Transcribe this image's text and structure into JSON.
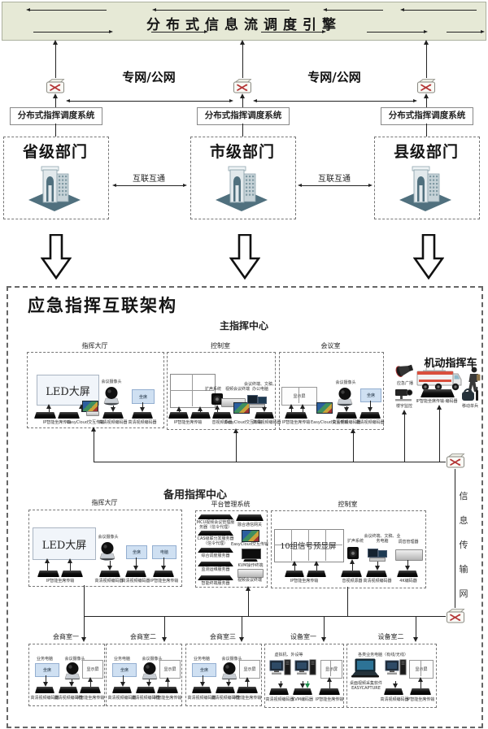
{
  "banner": {
    "title": "分布式信息流调度引擎"
  },
  "top": {
    "wan_labels": [
      "专网/公网",
      "专网/公网"
    ],
    "dispatch_system_labels": [
      "分布式指挥调度系统",
      "分布式指挥调度系统",
      "分布式指挥调度系统"
    ],
    "departments": [
      "省级部门",
      "市级部门",
      "县级部门"
    ],
    "interconnect_labels": [
      "互联互通",
      "互联互通"
    ]
  },
  "arch": {
    "title": "应急指挥互联架构",
    "main_center_title": "主指挥中心",
    "backup_center_title": "备用指挥中心",
    "transport_chars": [
      "信",
      "息",
      "传",
      "输",
      "网"
    ]
  },
  "main_hall": {
    "title": "指挥大厅",
    "led": "LED大屏",
    "camera_label": "会议摄像头",
    "seat": "坐席",
    "dev_labels": [
      "IP智能坐席传输",
      "EasyCloud交互传输",
      "高清视频编码器",
      "高清视频编码器"
    ]
  },
  "main_control": {
    "title": "控制室",
    "speaker_label": "扩声系统",
    "vc_label": "视频会议终端",
    "pc_label": "会议终端、文稿、办公电脑",
    "dev_labels": [
      "IP智能坐席传输",
      "音视频源器",
      "EasyCloud交互传输",
      "高清视频编码器"
    ]
  },
  "main_meeting": {
    "title": "会议室",
    "display": "显示屏",
    "camera_label": "会议摄像头",
    "seat": "坐席",
    "dev_labels": [
      "IP智能坐席传输",
      "EasyCloud交互传输",
      "高清视频编码器",
      "高清视频编码器"
    ]
  },
  "vehicle": {
    "title": "机动指挥车",
    "broadcast": "应急广播",
    "monitor": "楼宇监控",
    "device": "IP智能坐席传输·编码器",
    "soldier": "移动单兵"
  },
  "backup_hall": {
    "title": "指挥大厅",
    "led": "LED大屏",
    "camera_label": "会议摄像头",
    "seat": "坐席",
    "pc": "电脑",
    "dev_labels": [
      "IP智能坐席传输",
      "高清视频编码器",
      "高清视频编码器",
      "IP智能坐席传输"
    ]
  },
  "platform": {
    "title": "平台管理系统",
    "servers": [
      "MCU视频会议管理服务器（信令代理）",
      "CAS级联分发服务器（信令代理）",
      "综合调度服务器",
      "监测运维服务器",
      "智能终端服务器"
    ],
    "gateway": "融合通信网关",
    "ezcloud": "EasyCloud交互传输",
    "kvm": "KVM操作终端",
    "vc": "视频会议终端"
  },
  "backup_control": {
    "title": "控制室",
    "wall": "10组信号预显屏",
    "speaker_label": "扩声系统",
    "pc_label": "会议终端、文稿、业务电脑",
    "console_label": "调音管理器",
    "dev_labels": [
      "IP智能坐席传输",
      "音视频源器",
      "高清视频编码器",
      "4K编码器"
    ]
  },
  "consult_rooms": [
    {
      "title": "会商室一",
      "pc_label": "业务电脑",
      "seat": "坐席",
      "camera_label": "会议摄像头",
      "display": "显示屏",
      "dev_labels": [
        "高清视频编码器",
        "高清视频编码器",
        "IP智能坐席传输"
      ]
    },
    {
      "title": "会商室二",
      "pc_label": "业务电脑",
      "seat": "坐席",
      "camera_label": "会议摄像头",
      "display": "显示屏",
      "dev_labels": [
        "高清视频编码器",
        "高清视频编码器",
        "IP智能坐席传输"
      ]
    },
    {
      "title": "会商室三",
      "pc_label": "业务电脑",
      "seat": "坐席",
      "camera_label": "会议摄像头",
      "display": "显示屏",
      "dev_labels": [
        "高清视频编码器",
        "高清视频编码器",
        "IP智能坐席传输"
      ]
    }
  ],
  "equip1": {
    "title": "设备室一",
    "top_label": "虚拟机、外设等",
    "display": "显示屏",
    "dev_labels": [
      "高清视频编码器",
      "KVM编码器",
      "IP智能坐席传输"
    ]
  },
  "equip2": {
    "title": "设备室二",
    "top_label": "各类业务电脑（有线/无线）",
    "laptop_label": "桌面视频采集软件",
    "laptop_label2": "EASYCAPTURE",
    "display": "显示屏",
    "dev_labels": [
      "高清视频编码器",
      "IP智能坐席传输"
    ]
  },
  "colors": {
    "banner_bg": "#e6e9d6",
    "switch_x": "#b33333",
    "blue_box": "#cfe0f2",
    "building_base": "#50707e"
  }
}
